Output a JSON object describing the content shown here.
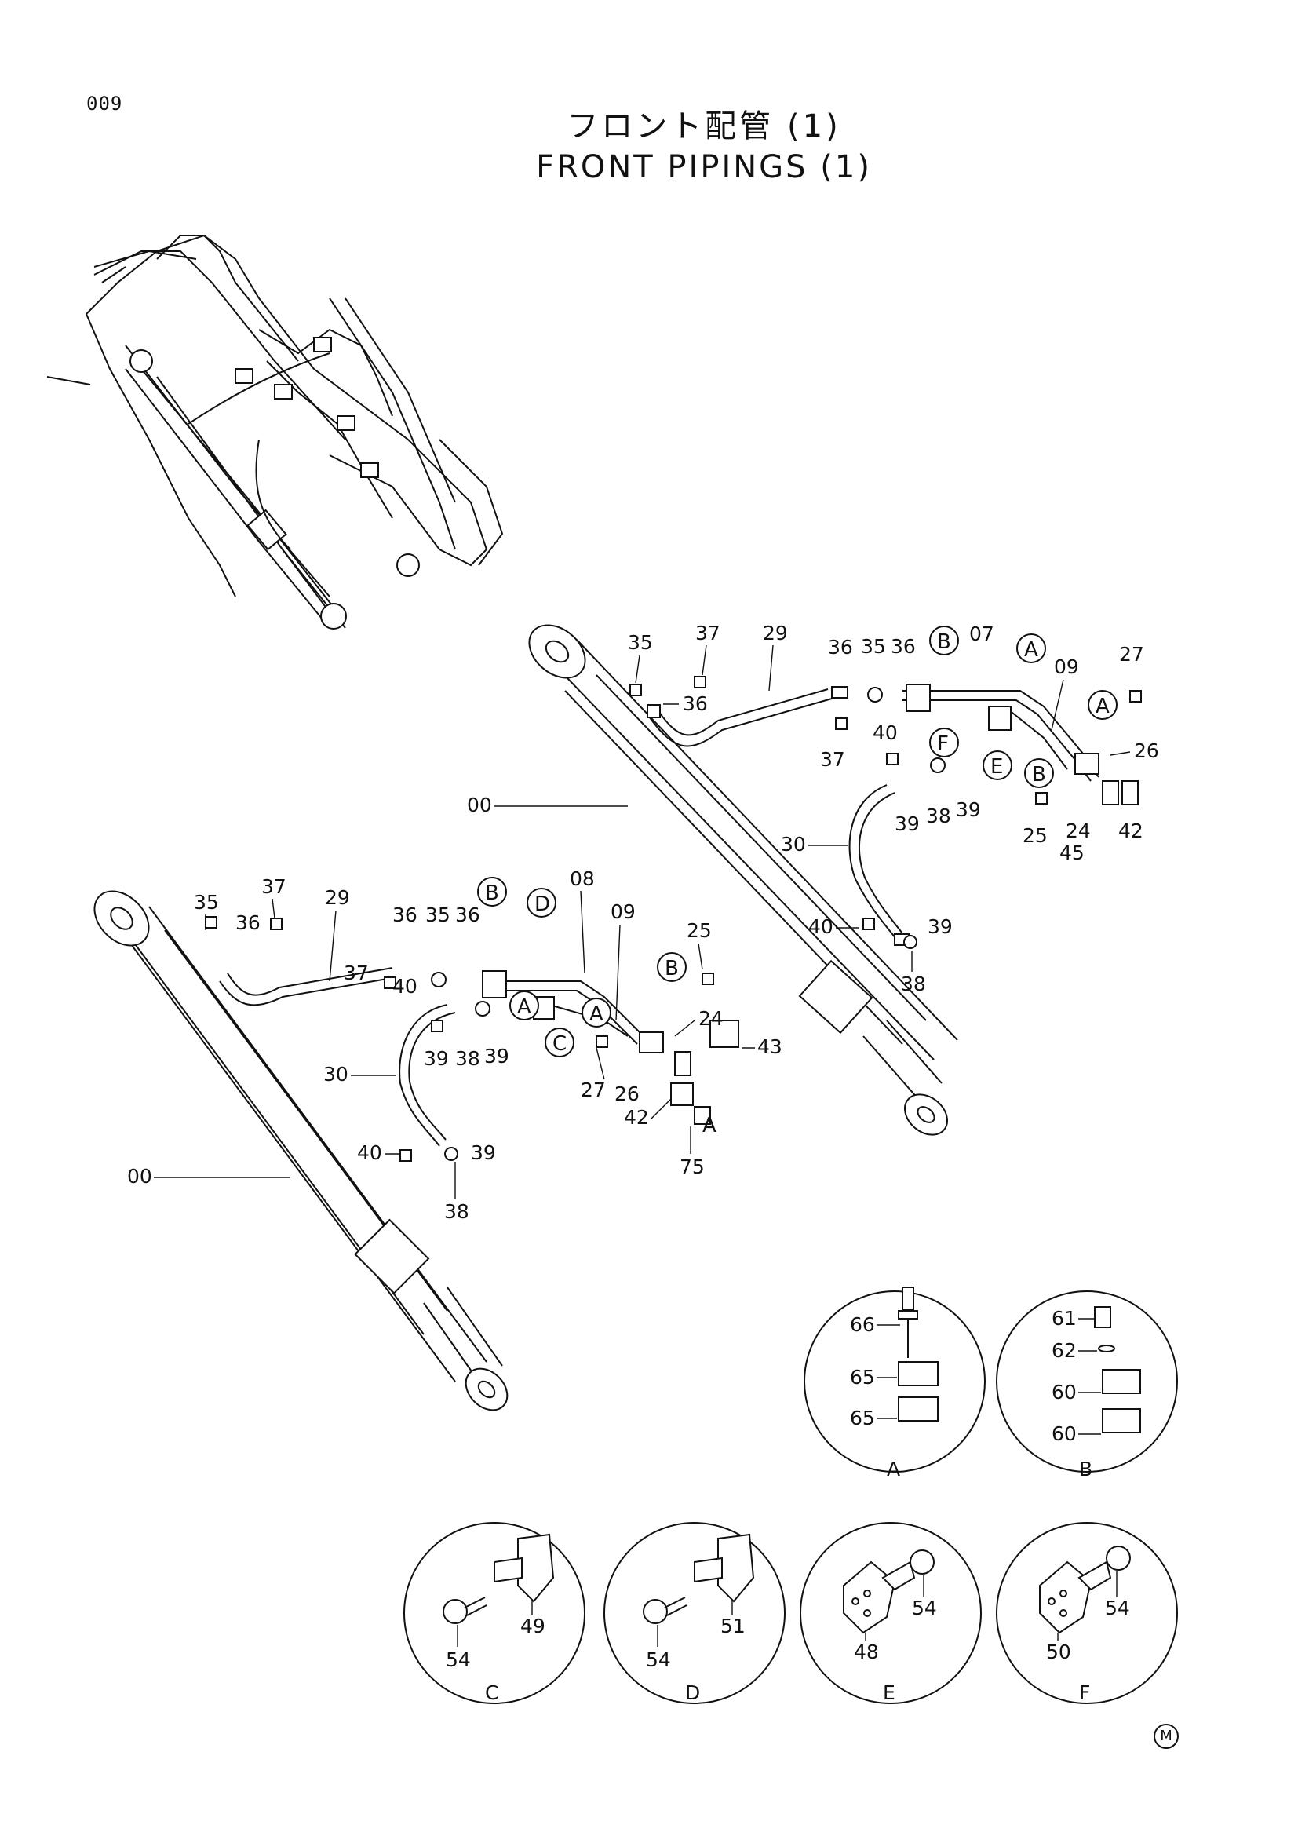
{
  "page_number": "009",
  "title": {
    "japanese": "フロント配管 (1)",
    "english": "FRONT PIPINGS (1)"
  },
  "corner_mark": "M",
  "upper_assembly_callouts": [
    "35",
    "37",
    "29",
    "36",
    "35",
    "36",
    "07",
    "09",
    "27",
    "36",
    "37",
    "40",
    "26",
    "00",
    "30",
    "39",
    "38",
    "39",
    "25",
    "24",
    "45",
    "42",
    "40",
    "39",
    "38"
  ],
  "lower_assembly_callouts": [
    "35",
    "37",
    "29",
    "36",
    "35",
    "36",
    "08",
    "09",
    "36",
    "37",
    "40",
    "25",
    "24",
    "00",
    "30",
    "39",
    "38",
    "39",
    "27",
    "26",
    "43",
    "42",
    "40",
    "39",
    "38",
    "75"
  ],
  "reference_letters": [
    "A",
    "B",
    "C",
    "D",
    "E",
    "F"
  ],
  "detail_views": [
    {
      "letter": "A",
      "callouts": [
        "66",
        "65",
        "65"
      ]
    },
    {
      "letter": "B",
      "callouts": [
        "61",
        "62",
        "60",
        "60"
      ]
    },
    {
      "letter": "C",
      "callouts": [
        "54",
        "49"
      ]
    },
    {
      "letter": "D",
      "callouts": [
        "54",
        "51"
      ]
    },
    {
      "letter": "E",
      "callouts": [
        "54",
        "48"
      ]
    },
    {
      "letter": "F",
      "callouts": [
        "54",
        "50"
      ]
    }
  ]
}
